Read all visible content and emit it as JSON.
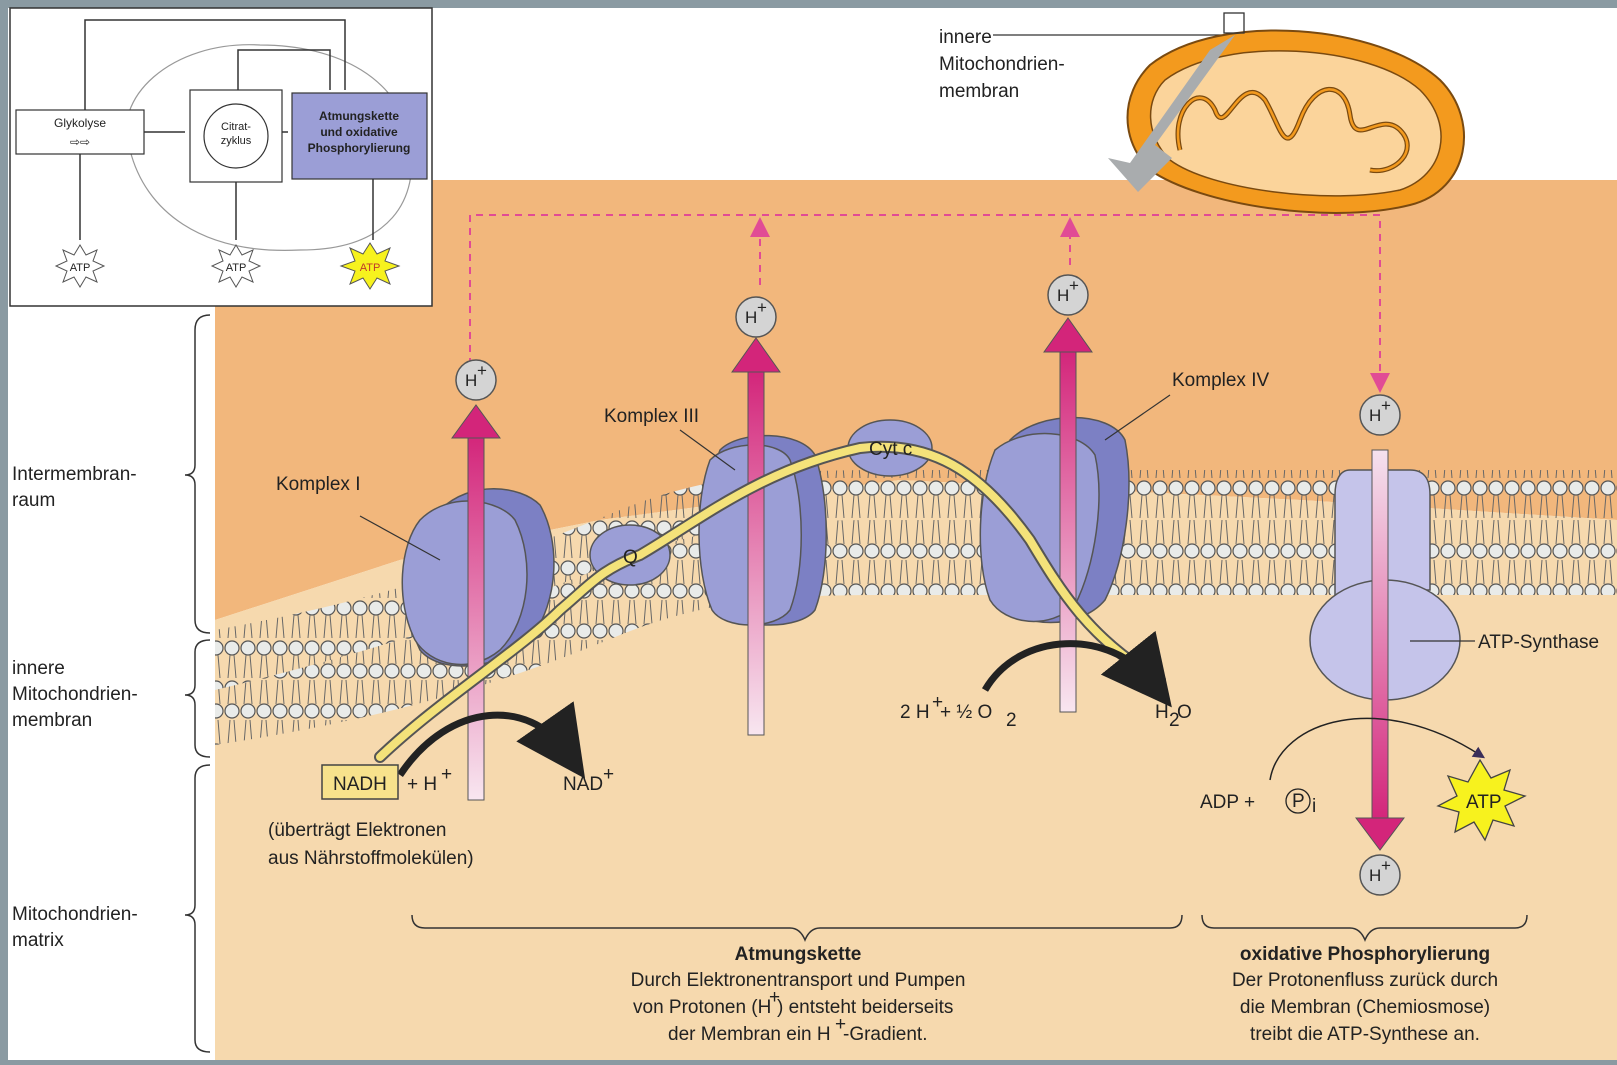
{
  "overview": {
    "glykolyse": "Glykolyse",
    "citrat_line1": "Citrat-",
    "citrat_line2": "zyklus",
    "atmung_line1": "Atmungskette",
    "atmung_line2": "und oxidative",
    "atmung_line3": "Phosphorylierung",
    "atp1": "ATP",
    "atp2": "ATP",
    "atp3": "ATP"
  },
  "mito_label": {
    "line1": "innere",
    "line2": "Mitochondrien-",
    "line3": "membran"
  },
  "side_labels": {
    "intermembran_line1": "Intermembran-",
    "intermembran_line2": "raum",
    "innere_line1": "innere",
    "innere_line2": "Mitochondrien-",
    "innere_line3": "membran",
    "matrix_line1": "Mitochondrien-",
    "matrix_line2": "matrix"
  },
  "complexes": {
    "komplex1": "Komplex I",
    "komplex3": "Komplex III",
    "komplex4": "Komplex IV",
    "q": "Q",
    "cytc": "Cyt c",
    "atp_synthase": "ATP-Synthase"
  },
  "ions": {
    "h_base": "H",
    "h_sup": "+"
  },
  "reactions": {
    "nadh": "NADH",
    "nadh_plus_h": "+ H",
    "nad_plus": "NAD",
    "elektronen_line1": "(überträgt Elektronen",
    "elektronen_line2": "aus Nährstoffmolekülen)",
    "oxygen_eq": "2 H",
    "oxygen_eq_rest": " + ½ O",
    "oxygen_sub": "2",
    "h2o": "H",
    "h2o_sub": "2",
    "h2o_o": "O",
    "adp": "ADP +",
    "pi": "P",
    "pi_sub": "i",
    "atp_product": "ATP"
  },
  "captions": {
    "atmung_title": "Atmungskette",
    "atmung_line1": "Durch Elektronentransport und Pumpen",
    "atmung_line2": "von Protonen (H",
    "atmung_line2b": ") entsteht beiderseits",
    "atmung_line3": "der Membran ein H",
    "atmung_line3b": "-Gradient.",
    "oxphos_title": "oxidative Phosphorylierung",
    "oxphos_line1": "Der Protonenfluss zurück durch",
    "oxphos_line2": "die Membran (Chemiosmose)",
    "oxphos_line3": "treibt die ATP-Synthese an."
  },
  "colors": {
    "intermembrane": "#f2b77c",
    "matrix": "#f6d9ae",
    "protein": "#9b9ed6",
    "proton_arrow": "#d3257a",
    "electron_path": "#f4e27a",
    "mito_orange": "#f39a1e",
    "atp_yellow": "#f7f21e"
  }
}
